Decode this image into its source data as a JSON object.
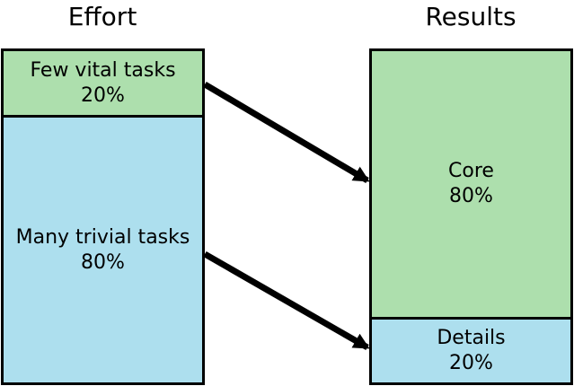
{
  "headings": {
    "effort": "Effort",
    "results": "Results"
  },
  "colors": {
    "green": "#addfad",
    "blue": "#addfee"
  },
  "effort": [
    {
      "label": "Few vital tasks",
      "percent": "20%",
      "color": "green"
    },
    {
      "label": "Many trivial tasks",
      "percent": "80%",
      "color": "blue"
    }
  ],
  "results": [
    {
      "label": "Core",
      "percent": "80%",
      "color": "green"
    },
    {
      "label": "Details",
      "percent": "20%",
      "color": "blue"
    }
  ]
}
